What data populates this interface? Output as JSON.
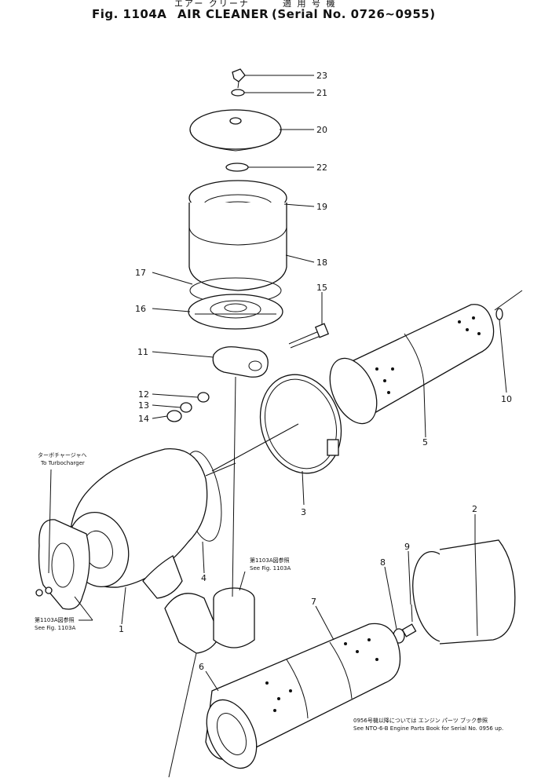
{
  "header": {
    "jp_title": "エアー クリーナ",
    "jp_serial": "適 用 号 機",
    "fig_label": "Fig. 1104A",
    "title": "AIR CLEANER",
    "serial": "(Serial No. 0726~0955)"
  },
  "callouts": [
    "23",
    "21",
    "20",
    "22",
    "19",
    "18",
    "17",
    "16",
    "15",
    "11",
    "12",
    "13",
    "14",
    "10",
    "5",
    "3",
    "4",
    "1",
    "2",
    "9",
    "8",
    "7",
    "6"
  ],
  "notes": {
    "turbo_jp": "ターボチャージャへ",
    "turbo_en": "To Turbocharger",
    "fig1103_jp_a": "第1103A図参照",
    "fig1103_en_a": "See Fig. 1103A",
    "fig1103_jp_b": "第1103A図参照",
    "fig1103_en_b": "See Fig. 1103A",
    "serial_jp": "0956号機以降については エンジン パーツ ブック参照",
    "serial_en": "See NTO-6-B Engine Parts Book for Serial No. 0956 up."
  }
}
